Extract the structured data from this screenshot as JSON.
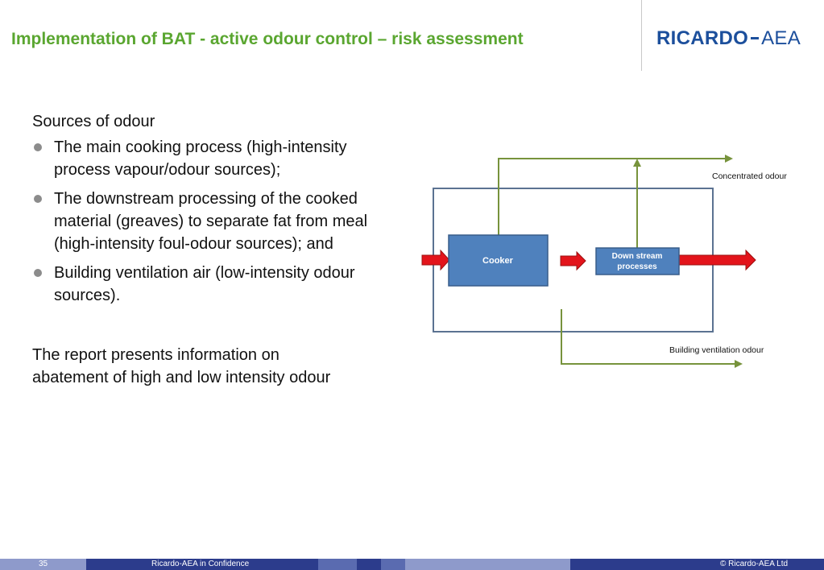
{
  "header": {
    "title": "Implementation of BAT  - active odour control – risk assessment",
    "logo_part1": "RICARDO",
    "logo_part2": "AEA"
  },
  "content": {
    "heading": "Sources of odour",
    "bullets": [
      "The main cooking process (high-intensity process vapour/odour sources);",
      "The downstream processing of the cooked material (greaves) to separate fat from meal (high-intensity foul-odour sources); and",
      "Building ventilation air (low-intensity odour sources)."
    ],
    "summary": "The report presents information on abatement of high and low intensity odour"
  },
  "diagram": {
    "cooker_label": "Cooker",
    "downstream_label_line1": "Down stream",
    "downstream_label_line2": "processes",
    "concentrated_label": "Concentrated odour",
    "ventilation_label": "Building ventilation odour"
  },
  "footer": {
    "page_number": "35",
    "confidentiality": "Ricardo-AEA in Confidence",
    "copyright": "© Ricardo-AEA Ltd"
  },
  "colors": {
    "title_green": "#5aa630",
    "logo_blue": "#1c4f9c",
    "box_blue": "#4f81bd",
    "arrow_green": "#77933c",
    "arrow_red": "#e3141b",
    "footer_dark": "#2c3c8c",
    "footer_mid": "#5a6bb0",
    "footer_light": "#8e9acb"
  }
}
